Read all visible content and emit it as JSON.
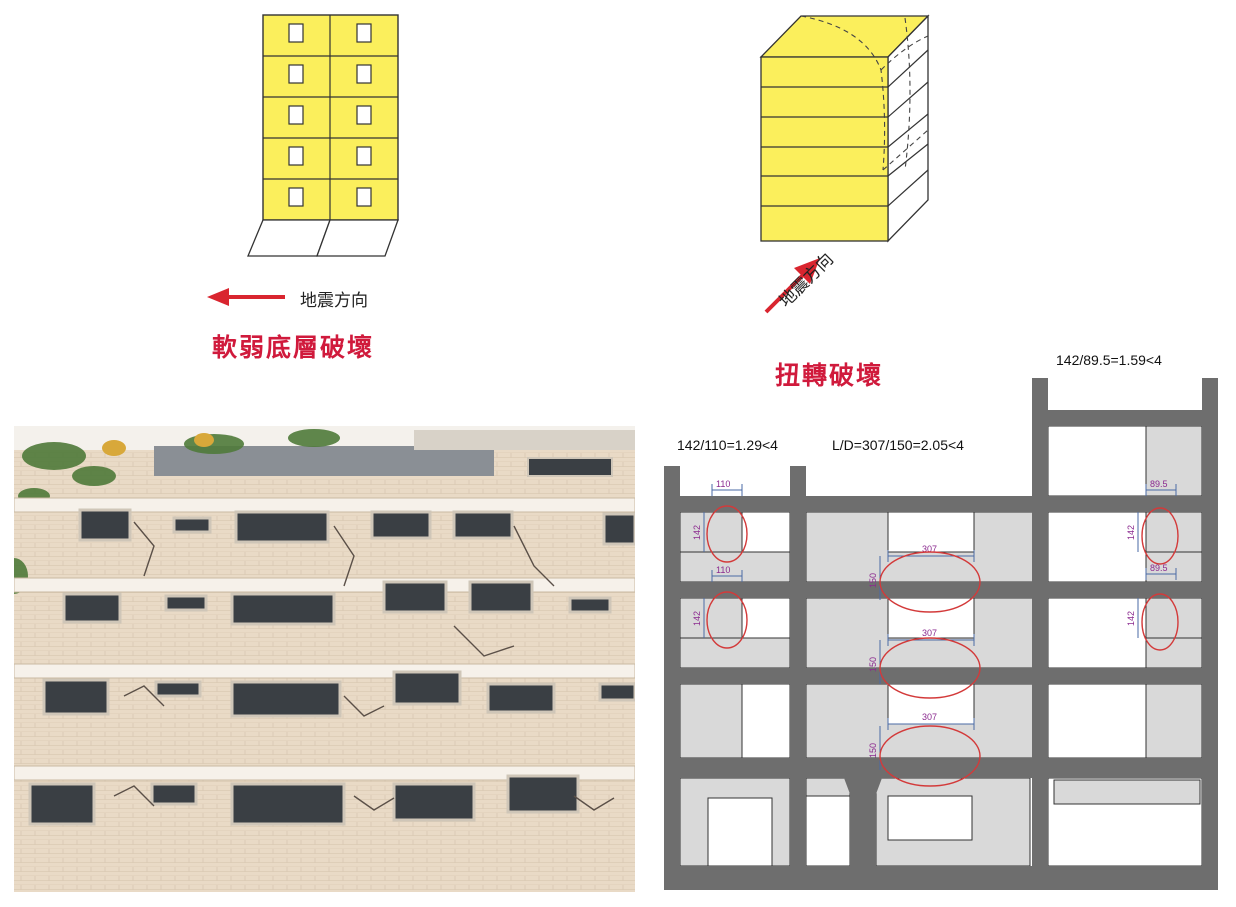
{
  "soft_story": {
    "direction_label": "地震方向",
    "title": "軟弱底層破壞"
  },
  "torsion": {
    "direction_label": "地震方向",
    "title": "扭轉破壞"
  },
  "section": {
    "formula_left": "142/110=1.29<4",
    "formula_middle": "L/D=307/150=2.05<4",
    "formula_right": "142/89.5=1.59<4",
    "dim_left_width": "110",
    "dim_left_height": "142",
    "dim_middle_width": "307",
    "dim_middle_height": "150",
    "dim_right_width": "89.5",
    "dim_right_height": "142"
  },
  "colors": {
    "building_yellow": "#fbef5c",
    "arrow_red": "#d9252f",
    "title_red": "#d01a3c",
    "section_gray": "#6e6e6e",
    "infill_gray": "#d9d9d9",
    "ellipse_red": "#d33a3a",
    "dim_purple": "#8b2a8f"
  }
}
